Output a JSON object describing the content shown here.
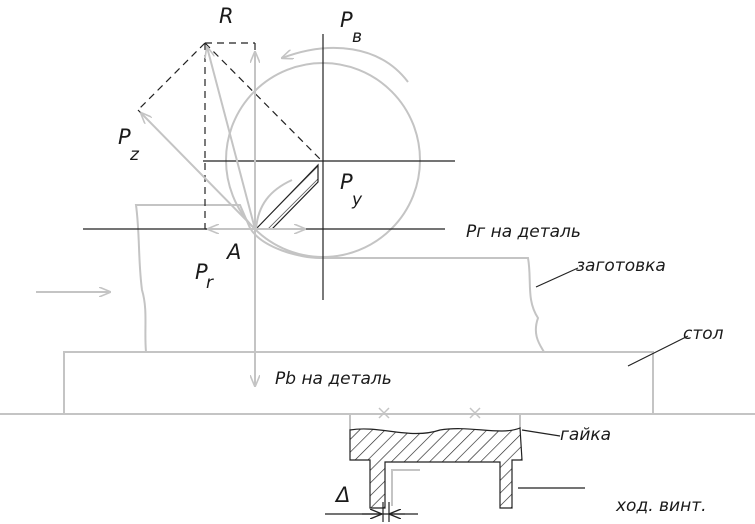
{
  "diagram": {
    "labels": {
      "R": "R",
      "Pv_main": "P",
      "Pv_sub": "в",
      "Pz_main": "P",
      "Pz_sub": "z",
      "Py_main": "P",
      "Py_sub": "y",
      "A": "A",
      "Pr_main": "P",
      "Pr_sub": "r",
      "delta": "Δ"
    },
    "annotations": {
      "pr_on_part": "Pг на деталь",
      "pv_on_part": "Pb на деталь",
      "workpiece": "заготовка",
      "table": "стол",
      "nut": "гайка",
      "lead_screw": "ход. винт."
    },
    "colors": {
      "ink": "#222222",
      "drawing_gray": "#c4c4c4"
    }
  }
}
